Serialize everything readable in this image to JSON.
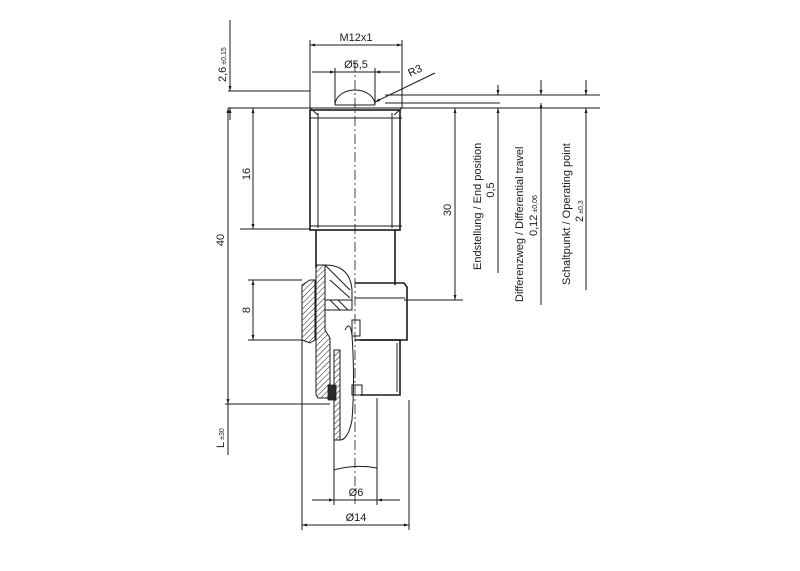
{
  "drawing": {
    "title": "Plunger switch dimensional drawing",
    "dimensions": {
      "thread": "M12x1",
      "ball_diameter": "Ø5,5",
      "radius": "R3",
      "plunger_height": "2,6",
      "plunger_height_tol": "±0,15",
      "thread_length": "16",
      "body_length": "40",
      "nut_width": "8",
      "cable_length": "L",
      "cable_length_tol": "±30",
      "body_to_end": "30",
      "cable_diameter": "Ø6",
      "housing_diameter": "Ø14"
    },
    "annotations": {
      "end_position_label": "Endstellung / End position",
      "end_position_value": "0,5",
      "differential_travel_label": "Differenzweg / Differential travel",
      "differential_travel_value": "0,12",
      "differential_travel_tol": "±0,06",
      "operating_point_label": "Schaltpunkt / Operating point",
      "operating_point_value": "2",
      "operating_point_tol": "±0,3"
    },
    "colors": {
      "line": "#1a1a1a",
      "background": "#ffffff"
    }
  }
}
